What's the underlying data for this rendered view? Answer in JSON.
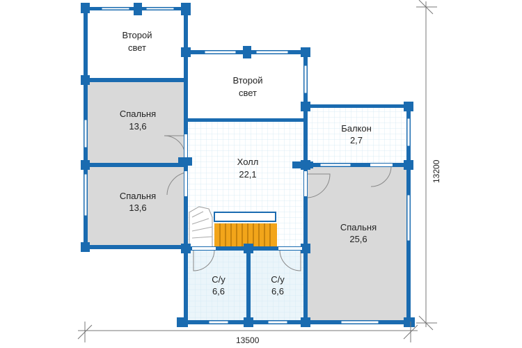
{
  "colors": {
    "wall": "#1a6bb0",
    "room_gray": "#d9d9d9",
    "room_light": "#ffffff",
    "tile": "#e4f2f9",
    "stair": "#f2a51a",
    "dim_line": "#777777"
  },
  "rooms": {
    "second_light_left": {
      "name": "Второй",
      "value": "свет"
    },
    "second_light_center": {
      "name": "Второй",
      "value": "свет"
    },
    "bedroom_top": {
      "name": "Спальня",
      "value": "13,6"
    },
    "bedroom_mid": {
      "name": "Спальня",
      "value": "13,6"
    },
    "hall": {
      "name": "Холл",
      "value": "22,1"
    },
    "balcony": {
      "name": "Балкон",
      "value": "2,7"
    },
    "bedroom_large": {
      "name": "Спальня",
      "value": "25,6"
    },
    "wc_left": {
      "name": "С/у",
      "value": "6,6"
    },
    "wc_right": {
      "name": "С/у",
      "value": "6,6"
    }
  },
  "dimensions": {
    "width": "13500",
    "height": "13200"
  }
}
